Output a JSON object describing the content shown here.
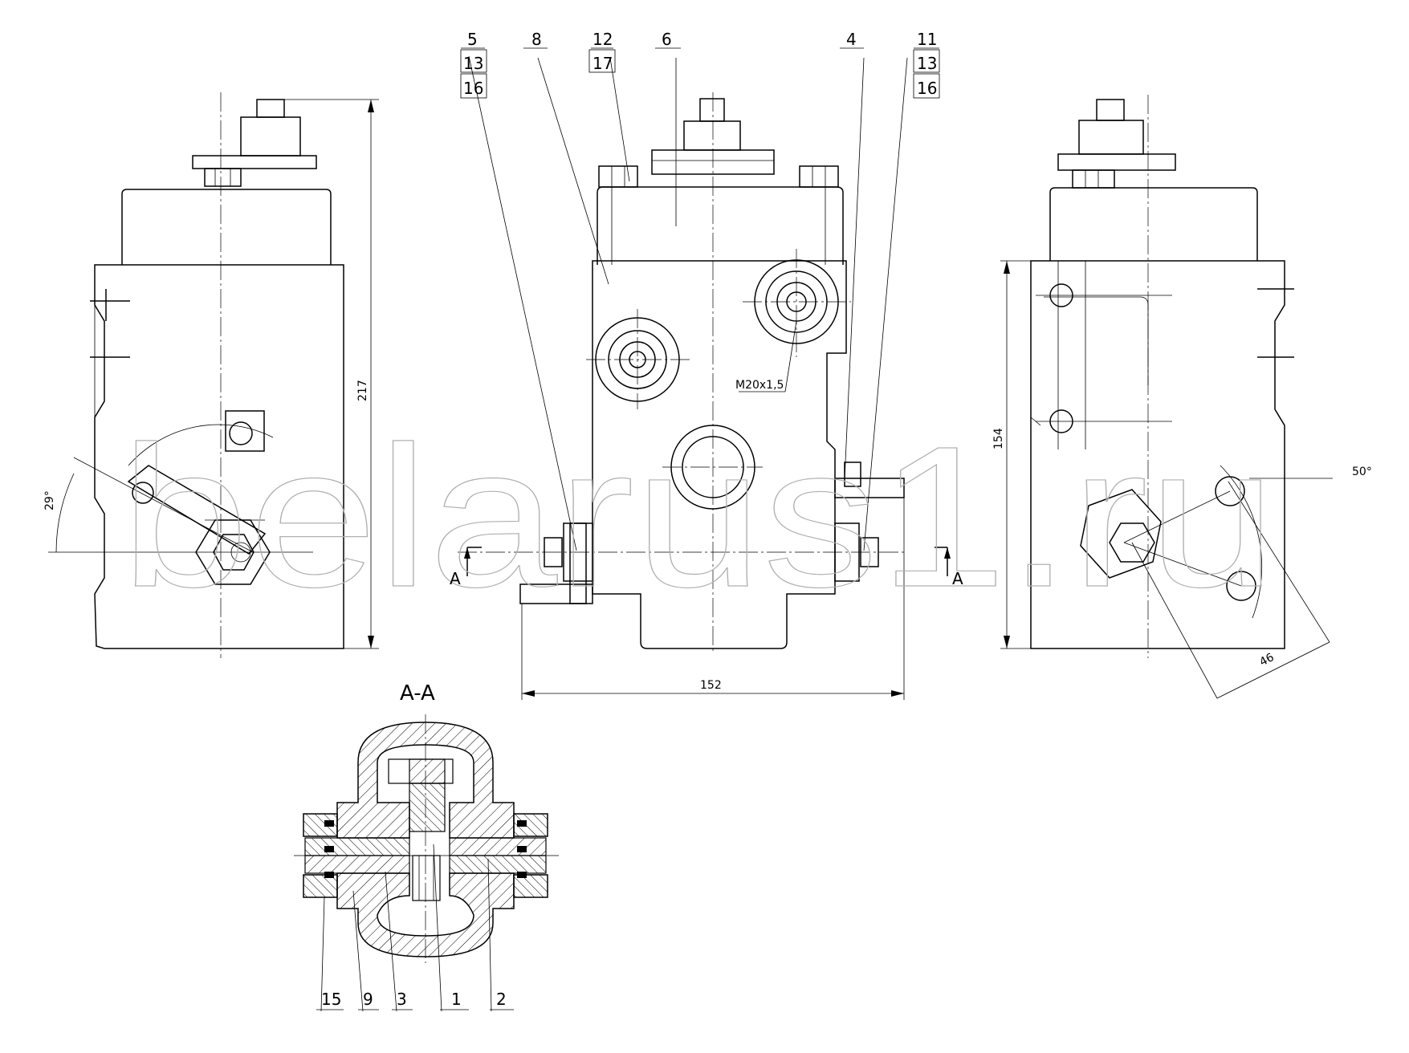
{
  "watermark": "belarus1.ru",
  "section_title": "A-A",
  "section_marks": {
    "left": "A",
    "right": "A"
  },
  "thread_label": "M20x1,5",
  "dimensions": {
    "height_left": "217",
    "width_bottom": "152",
    "height_right": "154",
    "offset_right": "46",
    "angle_left": "29°",
    "angle_right": "50°"
  },
  "callouts": {
    "c5": "5",
    "c13a": "13",
    "c16a": "16",
    "c8": "8",
    "c12": "12",
    "c17": "17",
    "c6": "6",
    "c4": "4",
    "c11": "11",
    "c13b": "13",
    "c16b": "16",
    "c15": "15",
    "c9": "9",
    "c3": "3",
    "c1": "1",
    "c2": "2"
  }
}
